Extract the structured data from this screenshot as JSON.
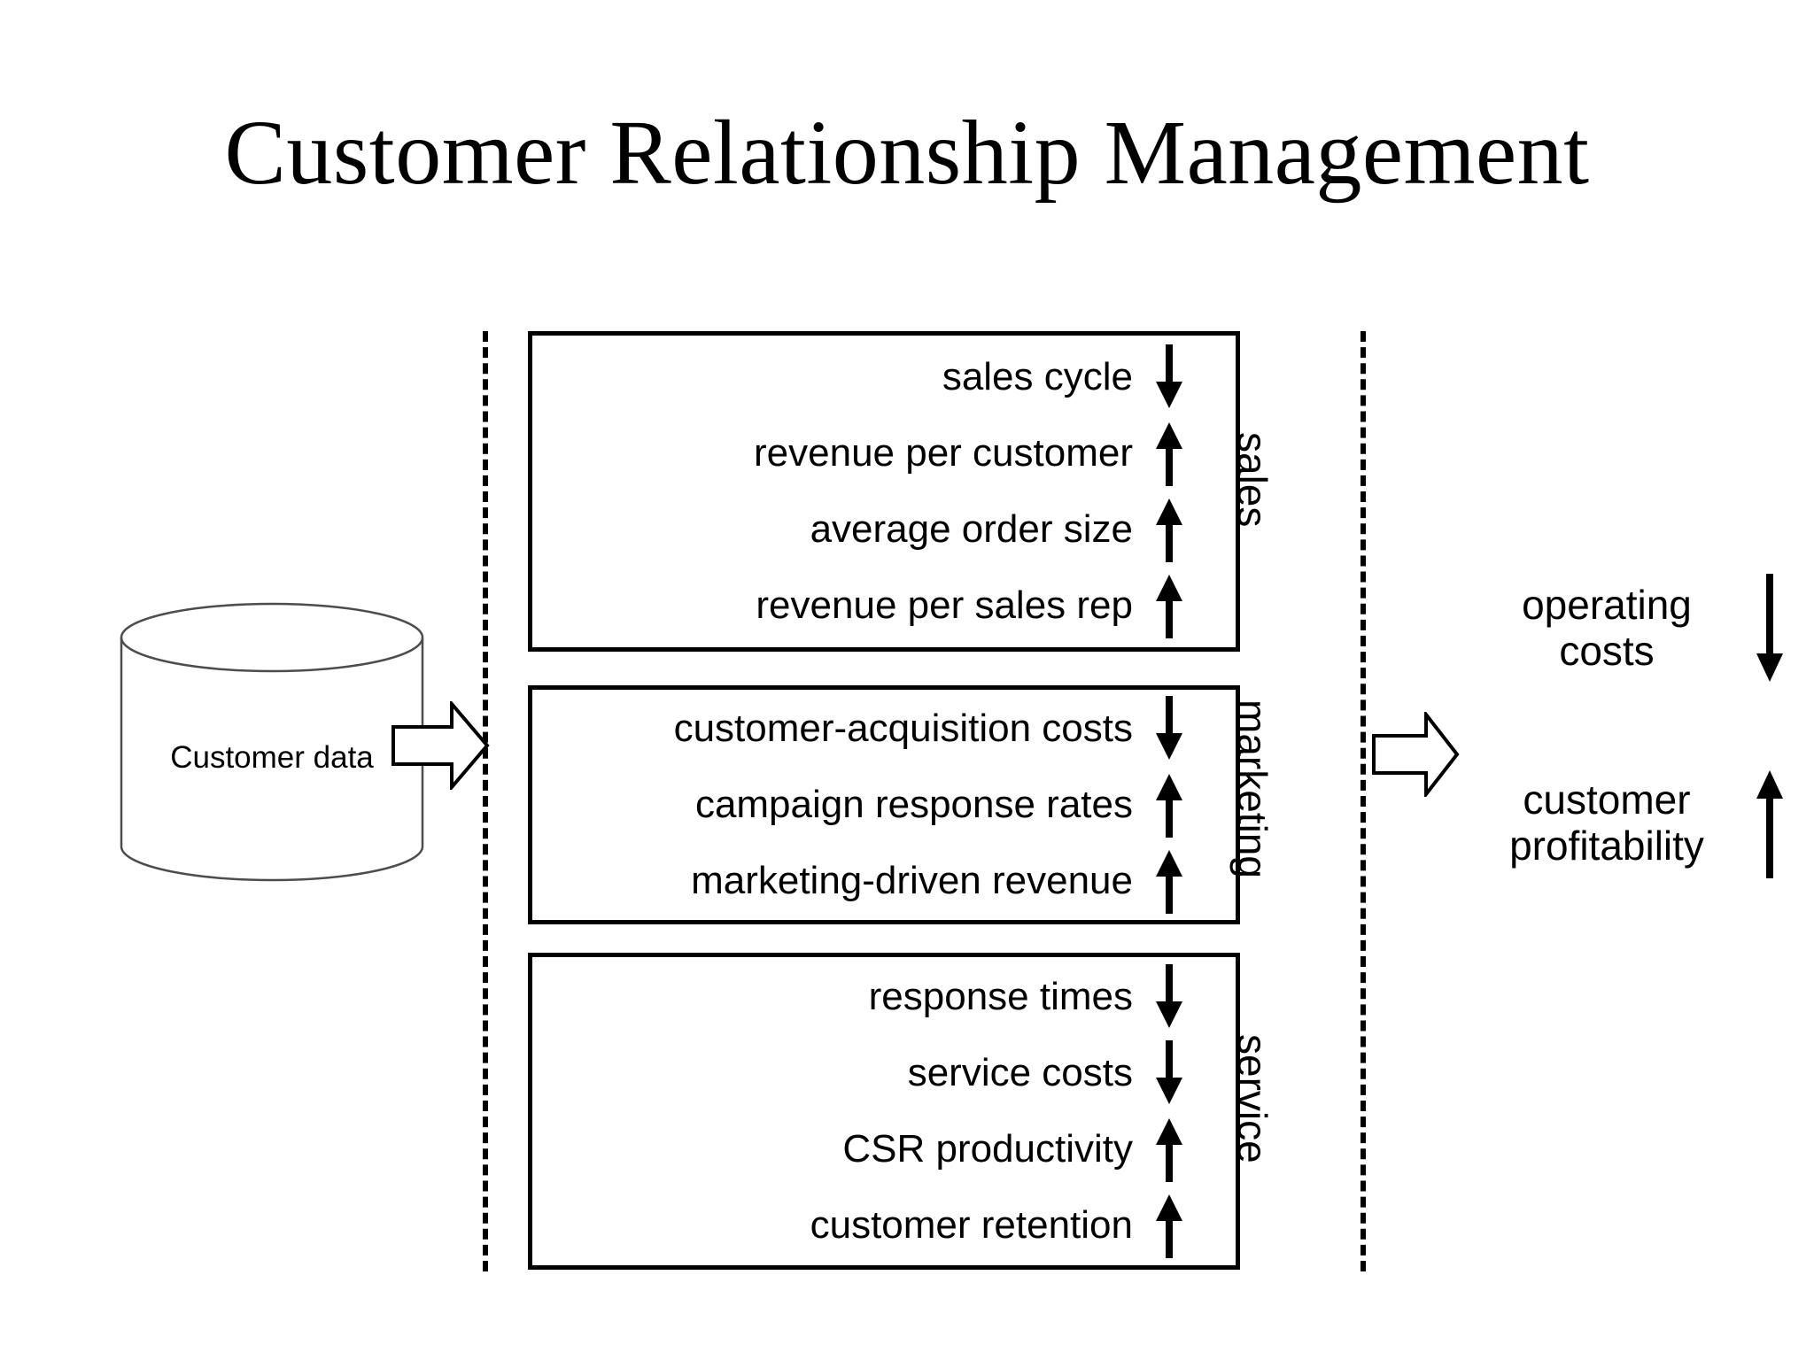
{
  "slide": {
    "title": "Customer Relationship Management"
  },
  "data_source": {
    "label": "Customer data",
    "shape": "cylinder-database"
  },
  "flow_arrows": [
    {
      "name": "arrow-data-to-functions",
      "direction": "right"
    },
    {
      "name": "arrow-functions-to-outcomes",
      "direction": "right"
    }
  ],
  "boundaries": [
    {
      "name": "boundary-left",
      "style": "dashed-vertical"
    },
    {
      "name": "boundary-right",
      "style": "dashed-vertical"
    }
  ],
  "function_groups": [
    {
      "id": "sales",
      "label": "sales",
      "metrics": [
        {
          "label": "sales cycle",
          "trend": "down"
        },
        {
          "label": "revenue per customer",
          "trend": "up"
        },
        {
          "label": "average order size",
          "trend": "up"
        },
        {
          "label": "revenue per sales rep",
          "trend": "up"
        }
      ]
    },
    {
      "id": "marketing",
      "label": "marketing",
      "metrics": [
        {
          "label": "customer-acquisition costs",
          "trend": "down"
        },
        {
          "label": "campaign response rates",
          "trend": "up"
        },
        {
          "label": "marketing-driven revenue",
          "trend": "up"
        }
      ]
    },
    {
      "id": "service",
      "label": "service",
      "metrics": [
        {
          "label": "response times",
          "trend": "down"
        },
        {
          "label": "service costs",
          "trend": "down"
        },
        {
          "label": "CSR productivity",
          "trend": "up"
        },
        {
          "label": "customer retention",
          "trend": "up"
        }
      ]
    }
  ],
  "outcomes": [
    {
      "id": "operating-costs",
      "line1": "operating",
      "line2": "costs",
      "trend": "down"
    },
    {
      "id": "customer-profitability",
      "line1": "customer",
      "line2": "profitability",
      "trend": "up"
    }
  ],
  "colors": {
    "ink": "#000000",
    "background": "#ffffff",
    "cylinder_stroke": "#4d4d4d"
  }
}
